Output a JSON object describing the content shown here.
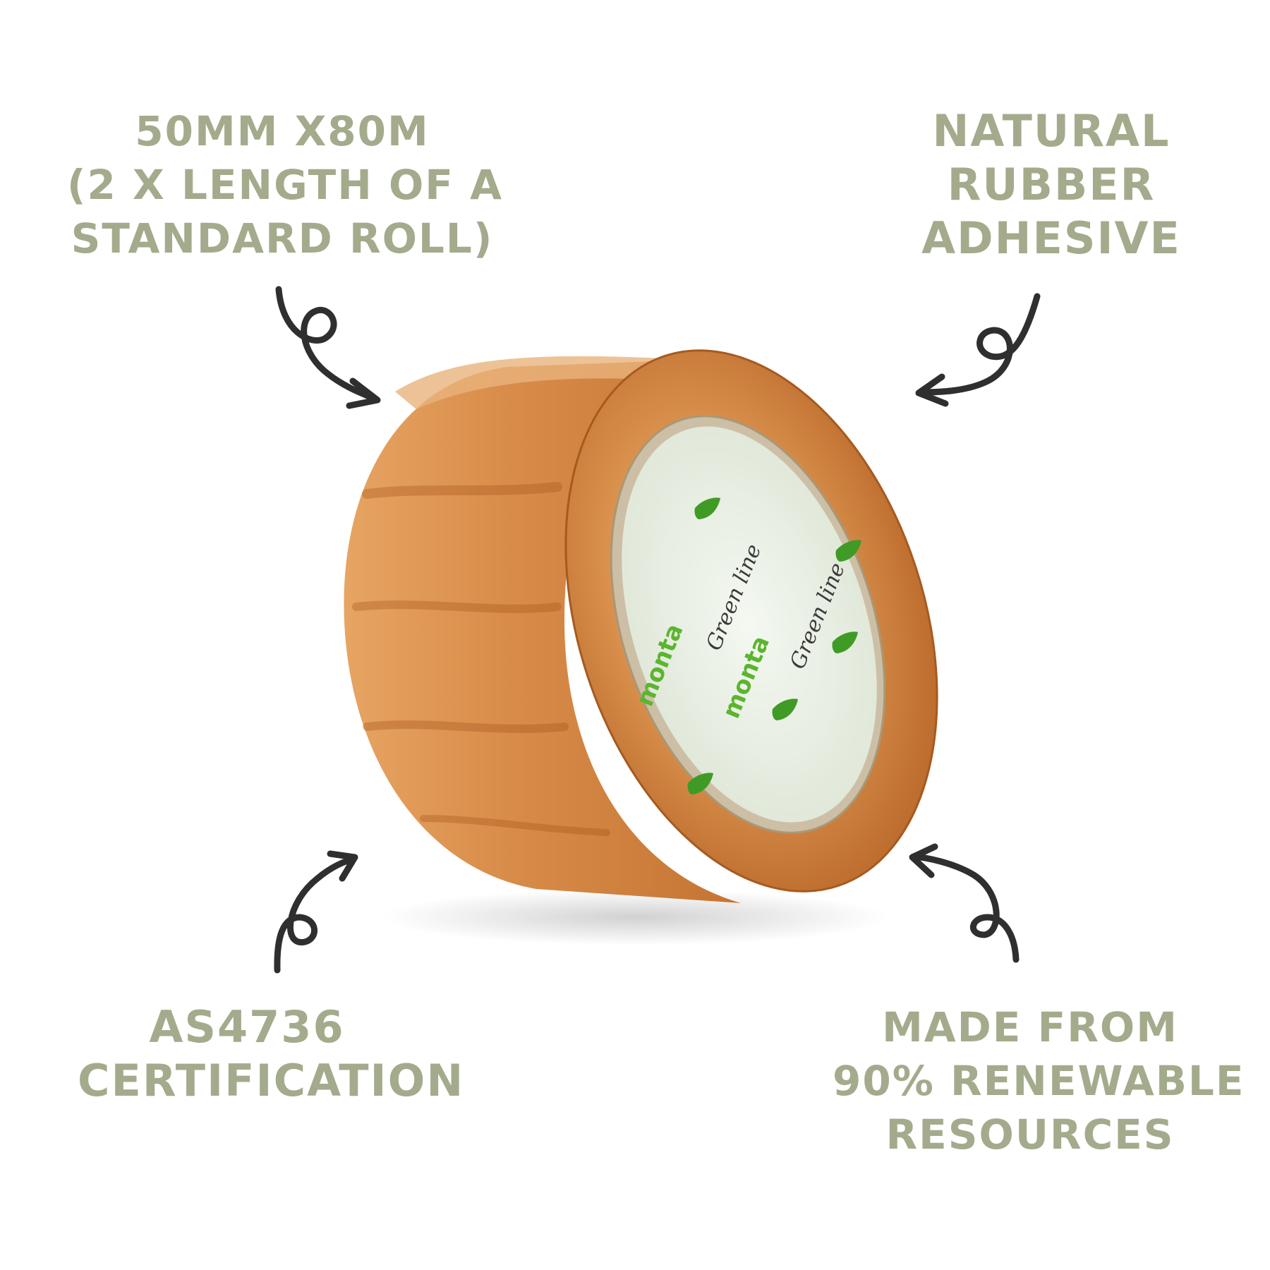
{
  "colors": {
    "label_text": "#a3ab8c",
    "arrow": "#2f2f2f",
    "tape_outer": "#d48a45",
    "tape_side": "#c9722f",
    "core_paper": "#e9efe4",
    "brand_green": "#5bb52f"
  },
  "features": {
    "size": {
      "lines": [
        "50MM X80M",
        "(2 X LENGTH OF A",
        "STANDARD ROLL)"
      ]
    },
    "adhesive": {
      "lines": [
        "NATURAL",
        "RUBBER",
        "ADHESIVE"
      ]
    },
    "certification": {
      "lines": [
        "AS4736",
        "CERTIFICATION"
      ]
    },
    "renewable": {
      "lines": [
        "MADE FROM",
        "90% RENEWABLE",
        "RESOURCES"
      ]
    }
  },
  "tape_core": {
    "brand": "monta",
    "product_line": "Green line"
  },
  "icons": [
    "curly-arrow-icon",
    "leaf-icon"
  ]
}
